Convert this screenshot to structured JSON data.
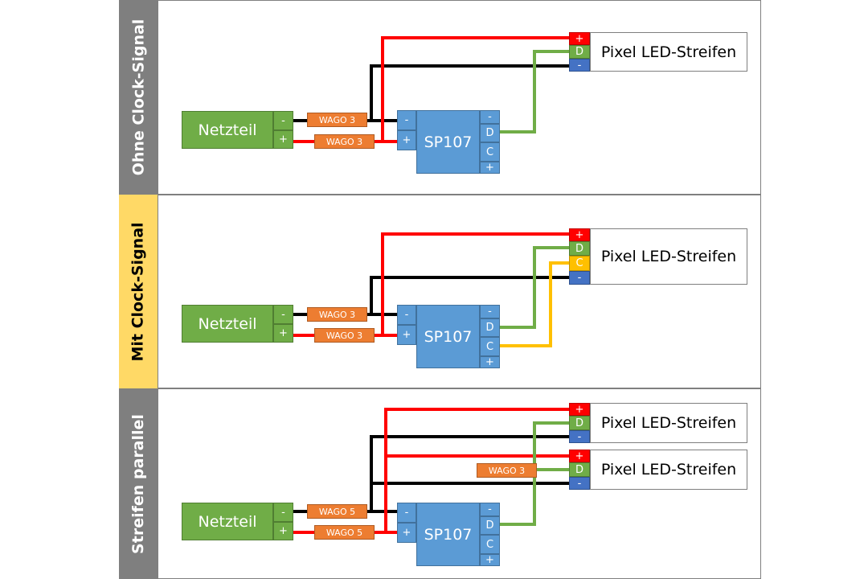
{
  "panels": [
    {
      "label": "Ohne Clock-Signal",
      "label_bg": "#7f7f7f",
      "label_color": "#ffffff"
    },
    {
      "label": "Mit Clock-Signal",
      "label_bg": "#ffd966",
      "label_color": "#000000"
    },
    {
      "label": "Streifen parallel",
      "label_bg": "#7f7f7f",
      "label_color": "#ffffff"
    }
  ],
  "labels": {
    "netzteil": "Netzteil",
    "sp107": "SP107",
    "led_strip": "Pixel LED-Streifen",
    "wago3": "WAGO 3",
    "wago5": "WAGO 5",
    "minus": "-",
    "plus": "+",
    "d": "D",
    "c": "C"
  },
  "colors": {
    "wire_red": "#ff0000",
    "wire_black": "#000000",
    "wire_green": "#70ad47",
    "wire_yellow": "#ffc000"
  }
}
